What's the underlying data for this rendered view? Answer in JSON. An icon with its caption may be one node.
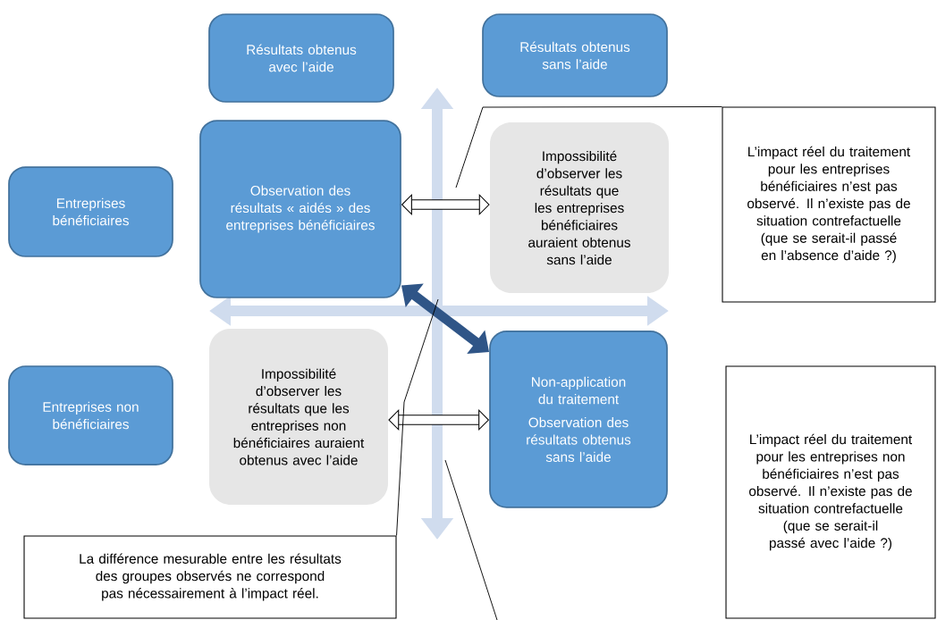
{
  "diagram": {
    "nodes": [
      {
        "text": [
          "Résultats obtenus avec l’aide"
        ]
      },
      {
        "text": [
          "Résultats obtenus sans l’aide"
        ]
      },
      {
        "text": [
          "Entreprises bénéficiaires"
        ]
      },
      {
        "text": [
          "Observation des résultats « aidés » des entreprises bénéficiaires"
        ]
      },
      {
        "text": [
          "Impossibilité d’observer les résultats que les entreprises bénéficiaires auraient obtenus sans l’aide"
        ]
      },
      {
        "text": [
          "L’impact réel du traitement pour les entreprises bénéficiaires n’est pas observé. Il n’existe pas de situation contrefactuelle (que se serait-il passé en l’absence d’aide ?)"
        ]
      },
      {
        "text": [
          "Entreprises non bénéficiaires"
        ]
      },
      {
        "text": [
          "Impossibilité d’observer les résultats que les entreprises non bénéficiaires auraient obtenus avec l’aide"
        ]
      },
      {
        "text": [
          "Non-application du traitement",
          "Observation des résultats obtenus sans l’aide"
        ]
      },
      {
        "text": [
          "L’impact réel du traitement pour les entreprises non bénéficiaires n’est pas observé. Il n’existe pas de situation contrefactuelle (que se serait-il passé avec l’aide ?)"
        ]
      },
      {
        "text": [
          "La différence mesurable entre les résultats des groupes observés ne correspond pas nécessairement à l’impact réel."
        ]
      }
    ],
    "edges": [
      {
        "from": 3,
        "to": 4,
        "arrow": "both"
      },
      {
        "from": 7,
        "to": 8,
        "arrow": "both"
      },
      {
        "from": 3,
        "to": 8,
        "arrow": "both",
        "color": "#2f5587"
      },
      {
        "from": 5,
        "to": null,
        "arrow": "none"
      },
      {
        "from": 10,
        "to": null,
        "arrow": "none"
      }
    ]
  }
}
